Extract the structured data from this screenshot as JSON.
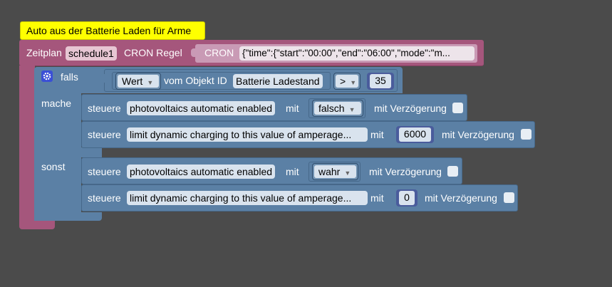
{
  "comment": "Auto aus der Batterie Laden für Arme",
  "schedule": {
    "label": "Zeitplan",
    "name": "schedule1",
    "rule_label": "CRON Regel",
    "cron_label": "CRON",
    "cron_value": "{\"time\":{\"start\":\"00:00\",\"end\":\"06:00\",\"mode\":\"m..."
  },
  "if_block": {
    "falls_label": "falls",
    "mache_label": "mache",
    "sonst_label": "sonst",
    "condition": {
      "value_dropdown": "Wert",
      "object_label": "vom Objekt ID",
      "object_id": "Batterie Ladestand",
      "operator": ">",
      "compare_value": "35"
    }
  },
  "then_statements": [
    {
      "steuere": "steuere",
      "target": "photovoltaics automatic enabled",
      "mit": "mit",
      "value": "falsch",
      "delay_label": "mit Verzögerung"
    },
    {
      "steuere": "steuere",
      "target": "limit dynamic charging to this value of amperage...",
      "mit": "mit",
      "value": "6000",
      "delay_label": "mit Verzögerung"
    }
  ],
  "else_statements": [
    {
      "steuere": "steuere",
      "target": "photovoltaics automatic enabled",
      "mit": "mit",
      "value": "wahr",
      "delay_label": "mit Verzögerung"
    },
    {
      "steuere": "steuere",
      "target": "limit dynamic charging to this value of amperage...",
      "mit": "mit",
      "value": "0",
      "delay_label": "mit Verzögerung"
    }
  ],
  "colors": {
    "background": "#4b4b4b",
    "schedule_block": "#a5567c",
    "control_block": "#5b80a5",
    "value_block": "#4a5c9c",
    "comment": "#ffff00"
  },
  "icons": {
    "gear": "gear-icon",
    "dropdown": "chevron-down-icon"
  }
}
